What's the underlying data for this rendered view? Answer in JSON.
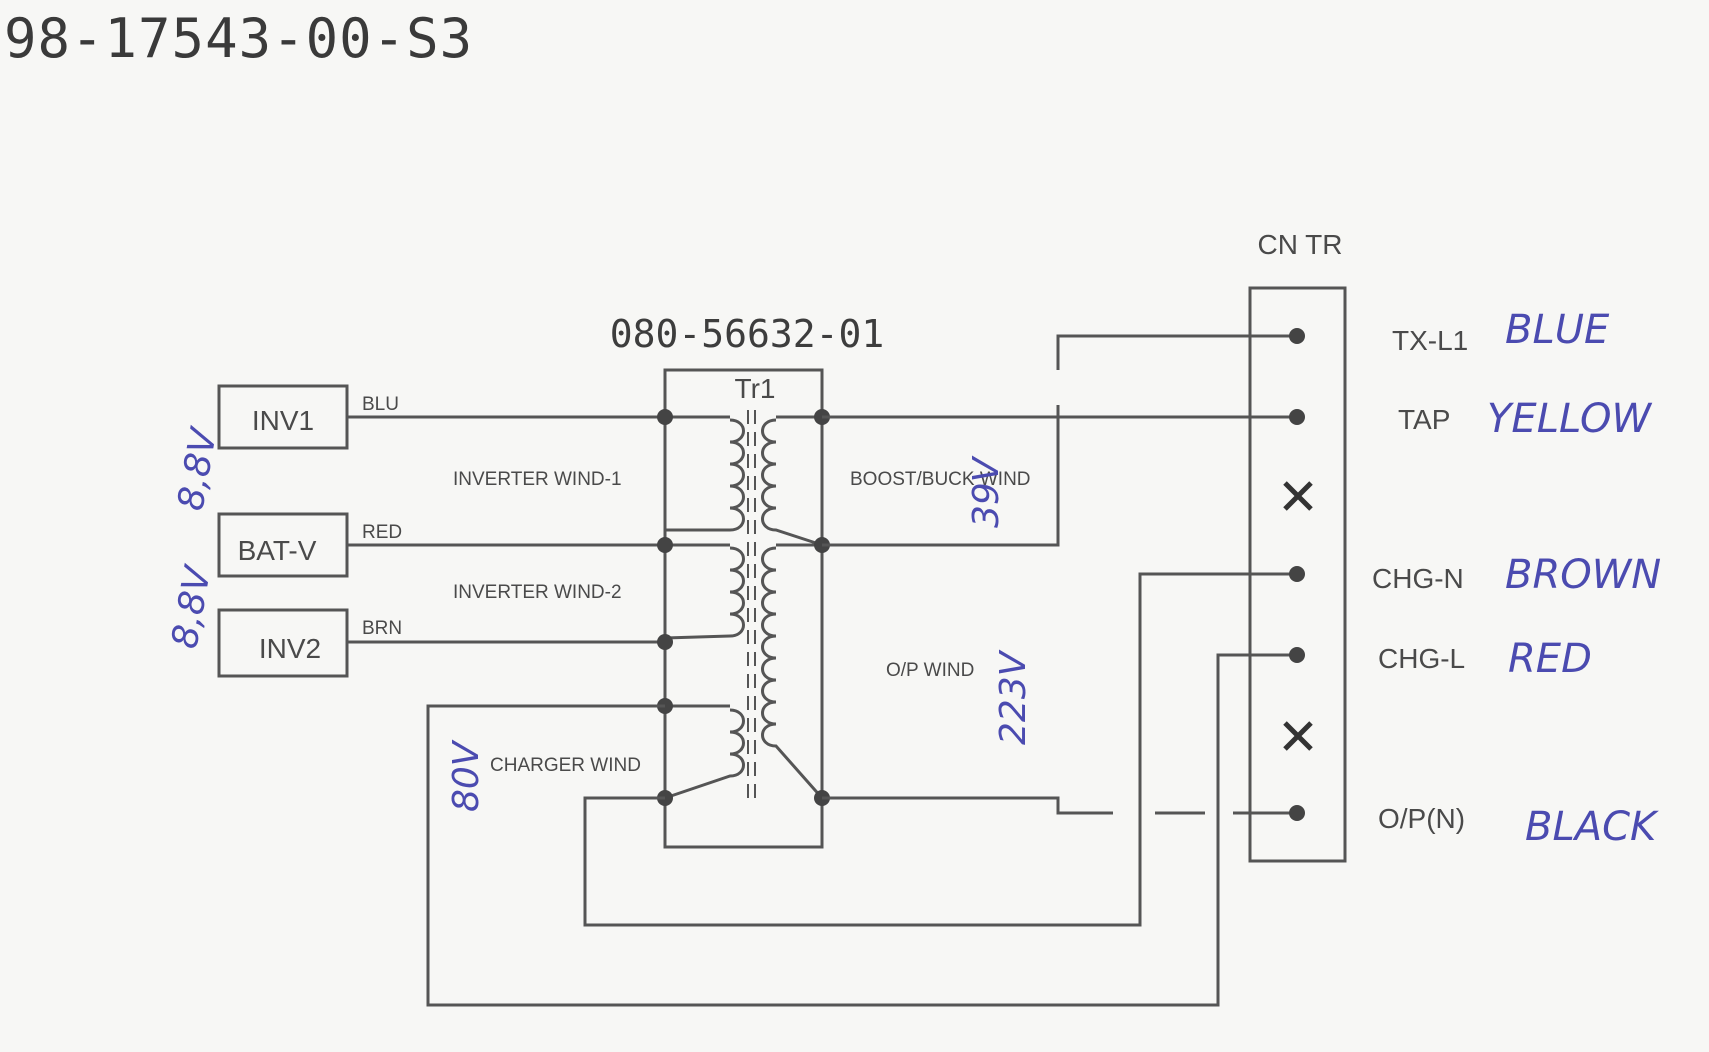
{
  "document_number": "98-17543-00-S3",
  "transformer": {
    "part_number": "080-56632-01",
    "designator": "Tr1",
    "windings": {
      "inverter_1": "INVERTER WIND-1",
      "inverter_2": "INVERTER WIND-2",
      "charger": "CHARGER WIND",
      "boost_buck": "BOOST/BUCK WIND",
      "output": "O/P WIND"
    }
  },
  "inputs": [
    {
      "label": "INV1",
      "wire": "BLU"
    },
    {
      "label": "BAT-V",
      "wire": "RED"
    },
    {
      "label": "INV2",
      "wire": "BRN"
    }
  ],
  "connector": {
    "title": "CN TR",
    "pins": [
      {
        "label": "TX-L1",
        "note": "BLUE"
      },
      {
        "label": "TAP",
        "note": "YELLOW"
      },
      {
        "label": "",
        "note": ""
      },
      {
        "label": "CHG-N",
        "note": "BROWN"
      },
      {
        "label": "CHG-L",
        "note": "RED"
      },
      {
        "label": "",
        "note": ""
      },
      {
        "label": "O/P(N)",
        "note": "BLACK"
      }
    ]
  },
  "handwritten": {
    "inv1_voltage": "8,8V",
    "inv2_voltage": "8,8V",
    "boost_voltage": "39V",
    "output_voltage": "223V",
    "charger_voltage": "80V"
  }
}
